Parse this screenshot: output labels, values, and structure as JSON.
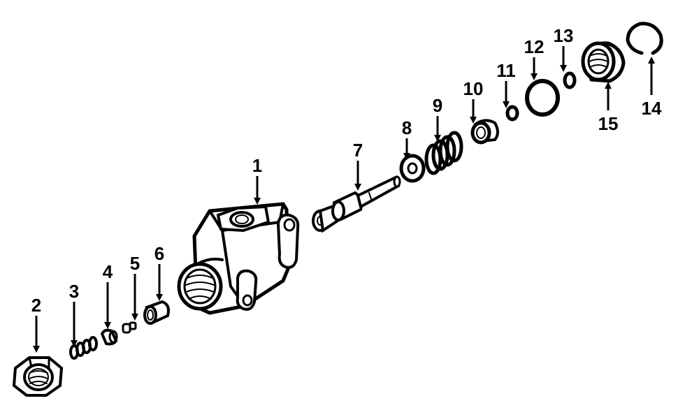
{
  "diagram": {
    "ink_color": "#000000",
    "background": "#ffffff",
    "callouts": [
      {
        "id": "1",
        "label": "1"
      },
      {
        "id": "2",
        "label": "2"
      },
      {
        "id": "3",
        "label": "3"
      },
      {
        "id": "4",
        "label": "4"
      },
      {
        "id": "5",
        "label": "5"
      },
      {
        "id": "6",
        "label": "6"
      },
      {
        "id": "7",
        "label": "7"
      },
      {
        "id": "8",
        "label": "8"
      },
      {
        "id": "9",
        "label": "9"
      },
      {
        "id": "10",
        "label": "10"
      },
      {
        "id": "11",
        "label": "11"
      },
      {
        "id": "12",
        "label": "12"
      },
      {
        "id": "13",
        "label": "13"
      },
      {
        "id": "14",
        "label": "14"
      },
      {
        "id": "15",
        "label": "15"
      }
    ]
  }
}
